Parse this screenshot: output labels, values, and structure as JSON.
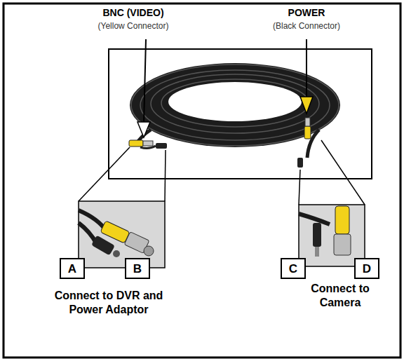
{
  "diagram": {
    "nodes": [
      {
        "text": [
          "A"
        ]
      },
      {
        "text": [
          "B"
        ]
      },
      {
        "text": [
          "C"
        ]
      },
      {
        "text": [
          "D"
        ]
      }
    ],
    "labels": [
      "BNC (VIDEO)",
      "(Yellow Connector)",
      "POWER",
      "(Black Connector)",
      "Connect to DVR and Power Adaptor",
      "Connect to Camera"
    ]
  }
}
